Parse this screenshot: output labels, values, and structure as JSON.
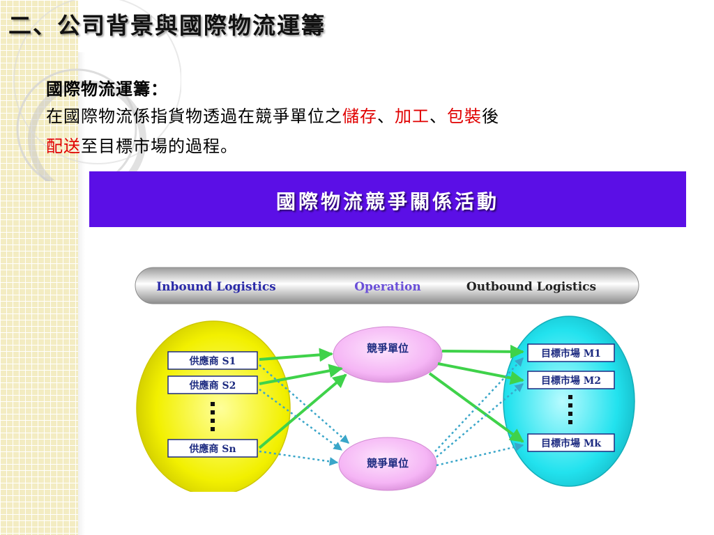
{
  "slide": {
    "title": "二、公司背景與國際物流運籌",
    "heading": "國際物流運籌：",
    "body": {
      "part1": "在國際物流係指貨物透過在競爭單位之",
      "storage": "儲存",
      "sep1": "、",
      "processing": "加工",
      "sep2": "、",
      "packaging": "包裝",
      "part2": "後",
      "delivery": "配送",
      "part3": "至目標市場的過程。"
    }
  },
  "diagram": {
    "banner_title": "國際物流競爭關係活動",
    "bar_labels": {
      "inbound": "Inbound Logistics",
      "operation": "Operation",
      "outbound": "Outbound Logistics"
    },
    "suppliers": [
      "供應商 S1",
      "供應商 S2",
      "供應商 Sn"
    ],
    "competitors": [
      "競爭單位",
      "競爭單位"
    ],
    "markets": [
      "目標市場 M1",
      "目標市場 M2",
      "目標市場 Mk"
    ],
    "colors": {
      "banner": "#5b0fe6",
      "supplier_ellipse": "#f2f000",
      "competitor_ellipse": "#f5b5f5",
      "market_ellipse": "#22e2ee",
      "solid_arrow": "#3fd24a",
      "dotted_arrow": "#3aa6c9",
      "inbound_text": "#2a2aa8",
      "operation_text": "#6a4fd8",
      "outbound_text": "#222222",
      "highlight_text": "#e00000"
    }
  }
}
